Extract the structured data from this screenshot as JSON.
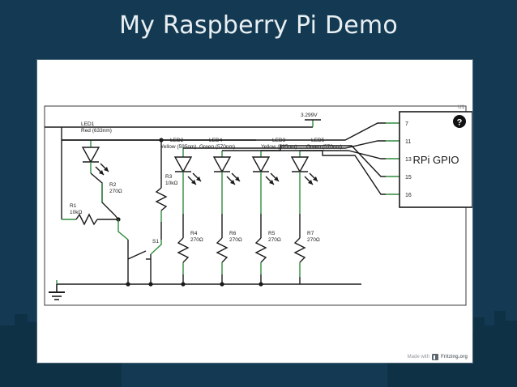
{
  "slide": {
    "title": "My Raspberry Pi Demo",
    "background_color": "#133a52",
    "title_color": "#e8eef2",
    "panel_color": "#ffffff"
  },
  "schematic": {
    "wire_color": "#2e8b3d",
    "line_color": "#1a1a1a",
    "power_label": "3.299V",
    "ground_label": "",
    "switch": {
      "ref": "S1"
    },
    "ic": {
      "ref": "U1",
      "label": "RPi GPIO",
      "help_icon": "question-mark-icon",
      "pins": [
        "7",
        "11",
        "13",
        "15",
        "16"
      ]
    },
    "leds": [
      {
        "ref": "LED1",
        "spec": "Red (633nm)"
      },
      {
        "ref": "LED2",
        "spec": "Yellow (595nm)"
      },
      {
        "ref": "LED4",
        "spec": "Green (570nm)"
      },
      {
        "ref": "LED3",
        "spec": "Yellow (595nm)"
      },
      {
        "ref": "LED5",
        "spec": "Green (570nm)"
      }
    ],
    "resistors": [
      {
        "ref": "R1",
        "value": "10kΩ"
      },
      {
        "ref": "R2",
        "value": "270Ω"
      },
      {
        "ref": "R3",
        "value": "10kΩ"
      },
      {
        "ref": "R4",
        "value": "270Ω"
      },
      {
        "ref": "R6",
        "value": "270Ω"
      },
      {
        "ref": "R5",
        "value": "270Ω"
      },
      {
        "ref": "R7",
        "value": "270Ω"
      }
    ]
  },
  "watermark": {
    "made_with": "Made with",
    "brand": "Fritzing.org",
    "logo_icon": "fritzing-logo-icon"
  }
}
